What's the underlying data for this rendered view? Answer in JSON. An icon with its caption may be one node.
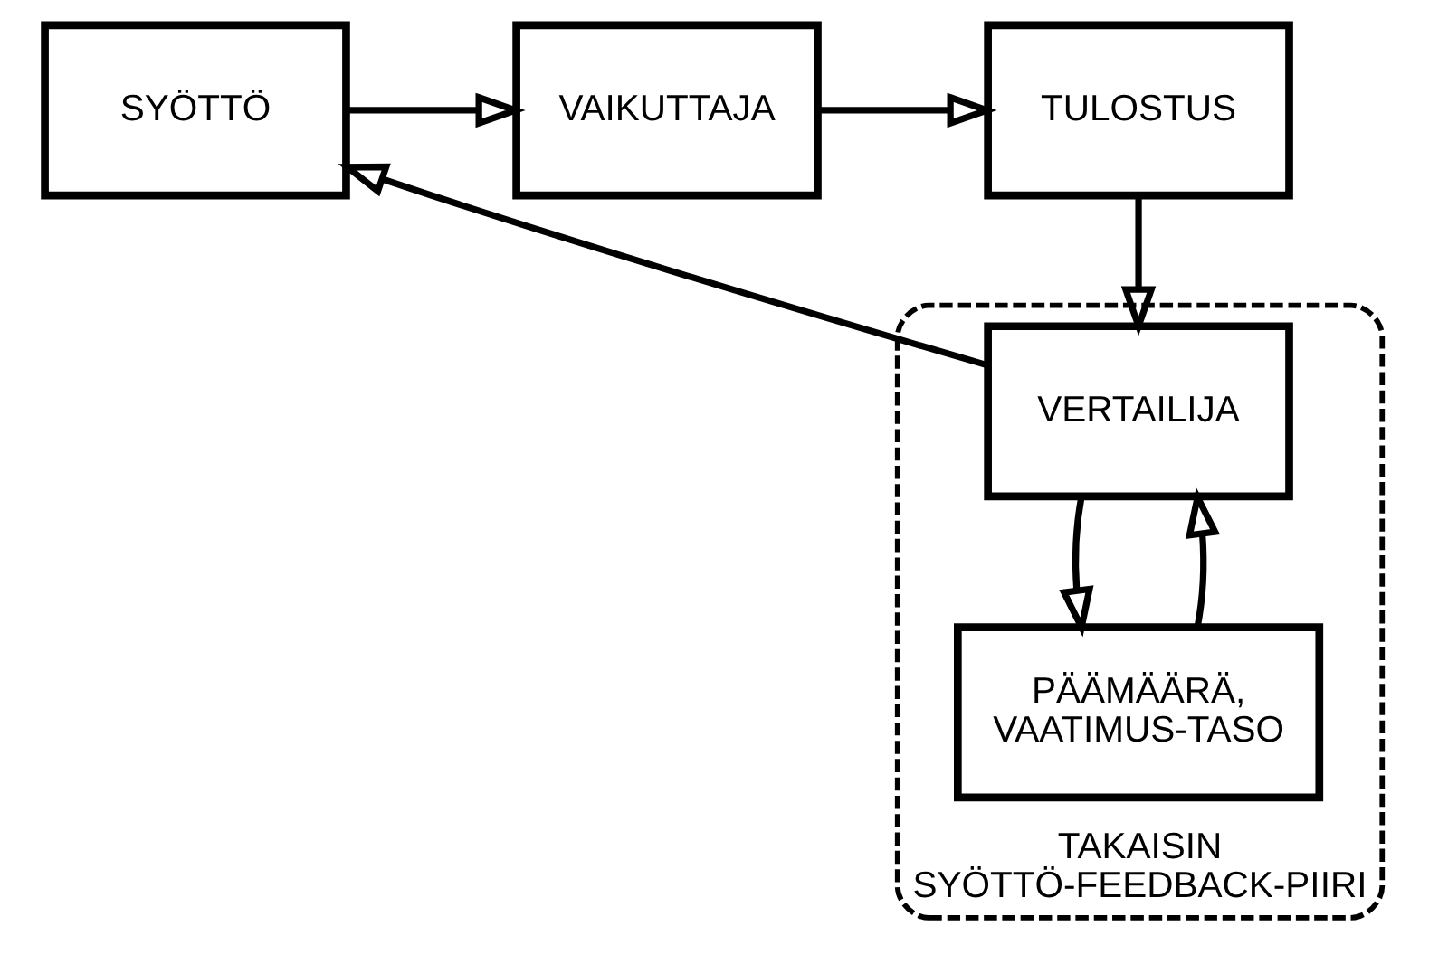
{
  "diagram": {
    "nodes": [
      {
        "text": [
          "SYÖTTÖ"
        ]
      },
      {
        "text": [
          "VAIKUTTAJA"
        ]
      },
      {
        "text": [
          "TULOSTUS"
        ]
      },
      {
        "text": [
          "TAKAISIN SYÖTTÖ-FEEDBACK-PIIRI"
        ]
      },
      {
        "text": [
          "VERTAILIJA"
        ],
        "in": 3
      },
      {
        "text": [
          "PÄÄMÄÄRÄ, VAATIMUS-TASO"
        ],
        "in": 3
      }
    ],
    "edges": [
      {
        "from": 0,
        "to": 1,
        "arrow": "to"
      },
      {
        "from": 1,
        "to": 2,
        "arrow": "to"
      },
      {
        "from": 2,
        "to": 4,
        "arrow": "to"
      },
      {
        "from": 4,
        "to": 0,
        "arrow": "to"
      },
      {
        "from": 4,
        "to": 5,
        "arrow": "to"
      },
      {
        "from": 5,
        "to": 4,
        "arrow": "to"
      }
    ]
  }
}
